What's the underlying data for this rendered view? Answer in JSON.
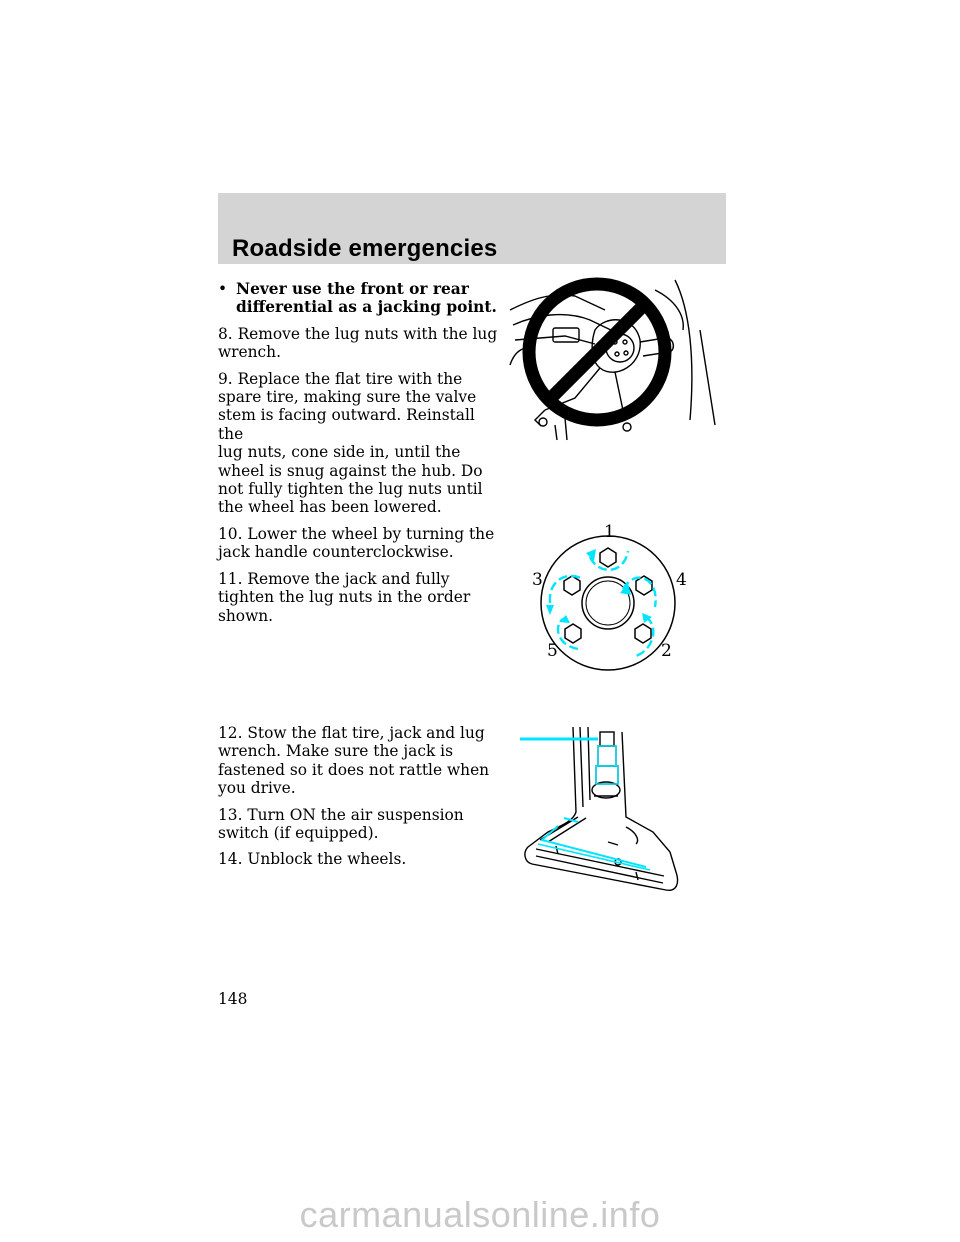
{
  "header": {
    "title": "Roadside emergencies"
  },
  "bullet": {
    "symbol": "•",
    "line1": "Never use the front or rear",
    "line2": "differential as a jacking point."
  },
  "steps": {
    "s8": [
      "8. Remove the lug nuts with the lug",
      "wrench."
    ],
    "s9": [
      "9. Replace the flat tire with the",
      "spare tire, making sure the valve",
      "stem is facing outward. Reinstall the",
      "lug nuts, cone side in, until the",
      "wheel is snug against the hub. Do",
      "not fully tighten the lug nuts until",
      "the wheel has been lowered."
    ],
    "s10": [
      "10. Lower the wheel by turning the",
      "jack handle counterclockwise."
    ],
    "s11": [
      "11. Remove the jack and fully",
      "tighten the lug nuts in the order",
      "shown."
    ],
    "s12": [
      "12. Stow the flat tire, jack and lug",
      "wrench. Make sure the jack is",
      "fastened so it does not rattle when",
      "you drive."
    ],
    "s13": [
      "13. Turn ON the air suspension",
      "switch (if equipped)."
    ],
    "s14": [
      "14. Unblock the wheels."
    ]
  },
  "lug_diagram": {
    "labels": {
      "n1": "1",
      "n2": "2",
      "n3": "3",
      "n4": "4",
      "n5": "5"
    },
    "arrow_color": "#00e5ff"
  },
  "stow_diagram": {
    "accent_color": "#00e5ff"
  },
  "page_number": "148",
  "watermark": "carmanualsonline.info"
}
